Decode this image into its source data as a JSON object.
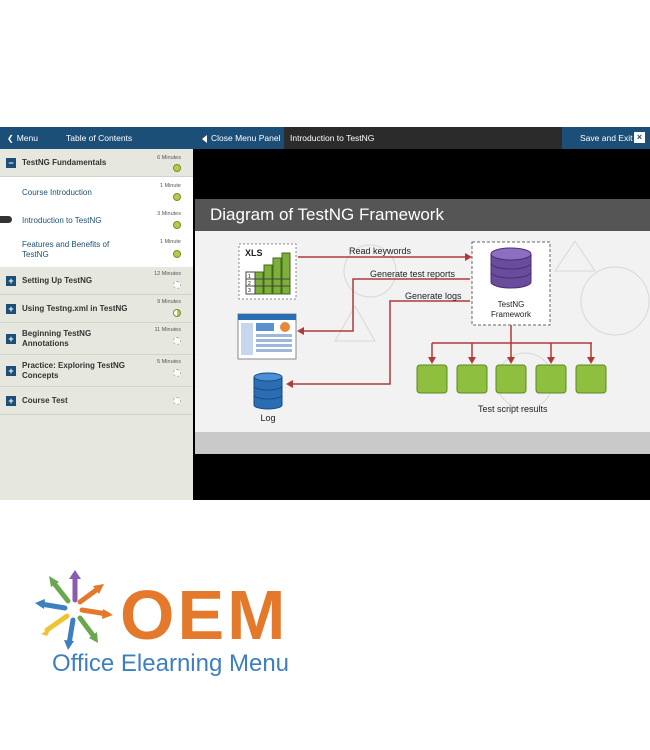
{
  "topbar": {
    "menu_label": "Menu",
    "toc_label": "Table of Contents",
    "close_panel_label": "Close Menu Panel",
    "current_title": "Introduction to TestNG",
    "save_exit_label": "Save and Exit",
    "close_glyph": "×"
  },
  "sidebar": {
    "sections": [
      {
        "label": "TestNG Fundamentals",
        "minutes": "6 Minutes",
        "status": "complete",
        "expanded": true
      },
      {
        "label": "Course Introduction",
        "minutes": "1 Minute",
        "status": "complete"
      },
      {
        "label": "Introduction to TestNG",
        "minutes": "3 Minutes",
        "status": "complete",
        "current": true
      },
      {
        "label": "Features and Benefits of TestNG",
        "minutes": "1 Minute",
        "status": "complete"
      },
      {
        "label": "Setting Up TestNG",
        "minutes": "12 Minutes",
        "status": "not-started"
      },
      {
        "label": "Using Testng.xml in TestNG",
        "minutes": "9 Minutes",
        "status": "in-progress"
      },
      {
        "label": "Beginning TestNG Annotations",
        "minutes": "11 Minutes",
        "status": "not-started"
      },
      {
        "label": "Practice: Exploring TestNG Concepts",
        "minutes": "5 Minutes",
        "status": "not-started"
      },
      {
        "label": "Course Test",
        "minutes": "",
        "status": "not-started"
      }
    ],
    "expand_glyph": "+",
    "collapse_glyph": "−"
  },
  "slide": {
    "title": "Diagram of TestNG Framework",
    "xls_label": "XLS",
    "read_keywords": "Read keywords",
    "generate_reports": "Generate test reports",
    "generate_logs": "Generate logs",
    "framework_label_1": "TestNG",
    "framework_label_2": "Framework",
    "log_label": "Log",
    "results_label": "Test script results",
    "row_numbers": [
      "1",
      "2",
      "3"
    ]
  },
  "colors": {
    "topbar": "#1c4f78",
    "sidebar_bg": "#e6e8df",
    "status_complete": "#b9c94a",
    "arrow_red": "#b03a3a",
    "result_box": "#8fbf3f",
    "db_purple": "#6a4c9c",
    "db_blue": "#2a6db2",
    "logo_orange": "#e4782b",
    "logo_blue": "#3e7fbf"
  },
  "logo": {
    "brand": "OEM",
    "tagline": "Office Elearning Menu"
  }
}
